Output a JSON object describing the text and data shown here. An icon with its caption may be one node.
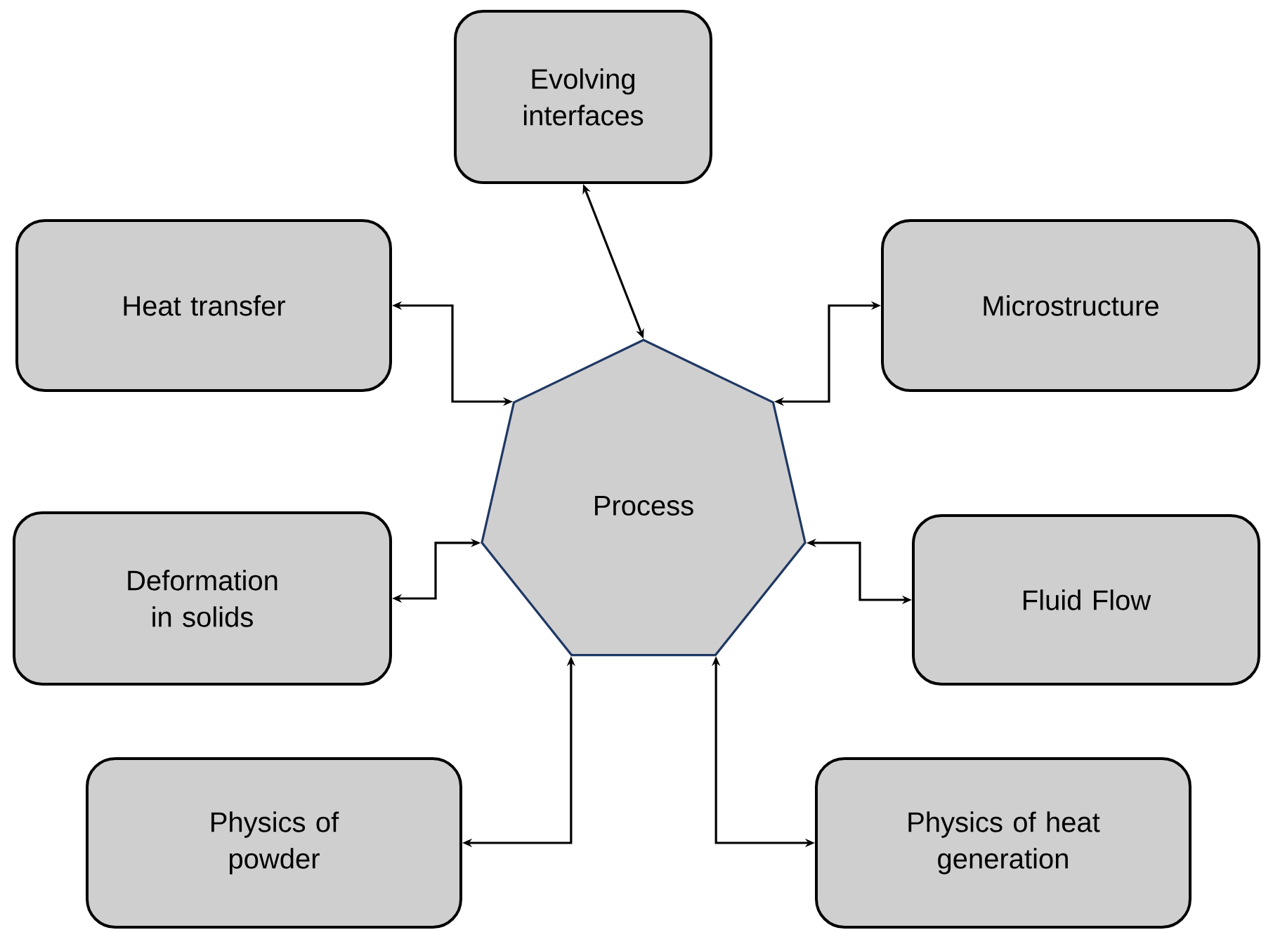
{
  "diagram": {
    "nodes": [
      {
        "text": [
          "Evolving interfaces"
        ]
      },
      {
        "text": [
          "Heat transfer"
        ]
      },
      {
        "text": [
          "Microstructure"
        ]
      },
      {
        "text": [
          "Process"
        ]
      },
      {
        "text": [
          "Deformation in solids"
        ]
      },
      {
        "text": [
          "Fluid Flow"
        ]
      },
      {
        "text": [
          "Physics of powder"
        ]
      },
      {
        "text": [
          "Physics of heat generation"
        ]
      }
    ],
    "edges": [
      {
        "from": 3,
        "to": 0,
        "arrow": "both"
      },
      {
        "from": 3,
        "to": 1,
        "arrow": "both"
      },
      {
        "from": 3,
        "to": 2,
        "arrow": "both"
      },
      {
        "from": 3,
        "to": 4,
        "arrow": "both"
      },
      {
        "from": 3,
        "to": 5,
        "arrow": "both"
      },
      {
        "from": 3,
        "to": 6,
        "arrow": "both"
      },
      {
        "from": 3,
        "to": 7,
        "arrow": "both"
      }
    ]
  }
}
